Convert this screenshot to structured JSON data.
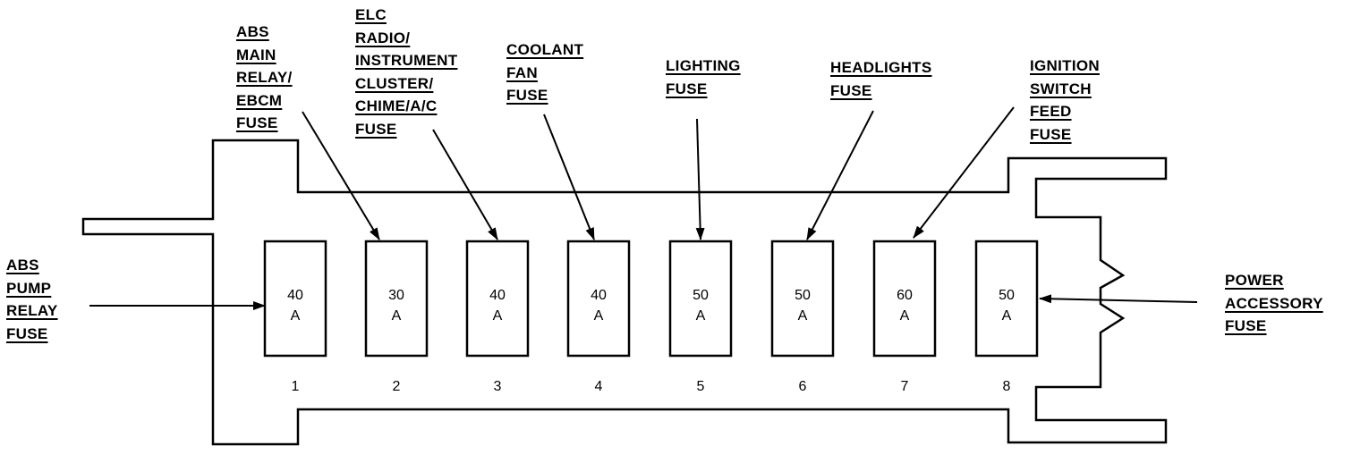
{
  "labels": {
    "abs_main": [
      "ABS",
      "MAIN",
      "RELAY/",
      "EBCM",
      "FUSE"
    ],
    "elc_radio": [
      "ELC",
      "RADIO/",
      "INSTRUMENT",
      "CLUSTER/",
      "CHIME/A/C",
      "FUSE"
    ],
    "coolant": [
      "COOLANT",
      "FAN",
      "FUSE"
    ],
    "lighting": [
      "LIGHTING",
      "FUSE"
    ],
    "headlights": [
      "HEADLIGHTS",
      "FUSE"
    ],
    "ignition": [
      "IGNITION",
      "SWITCH",
      "FEED",
      "FUSE"
    ],
    "abs_pump": [
      "ABS",
      "PUMP",
      "RELAY",
      "FUSE"
    ],
    "power_accessory": [
      "POWER",
      "ACCESSORY",
      "FUSE"
    ]
  },
  "fuses": [
    {
      "number": "1",
      "rating": "40",
      "unit": "A"
    },
    {
      "number": "2",
      "rating": "30",
      "unit": "A"
    },
    {
      "number": "3",
      "rating": "40",
      "unit": "A"
    },
    {
      "number": "4",
      "rating": "40",
      "unit": "A"
    },
    {
      "number": "5",
      "rating": "50",
      "unit": "A"
    },
    {
      "number": "6",
      "rating": "50",
      "unit": "A"
    },
    {
      "number": "7",
      "rating": "60",
      "unit": "A"
    },
    {
      "number": "8",
      "rating": "50",
      "unit": "A"
    }
  ]
}
